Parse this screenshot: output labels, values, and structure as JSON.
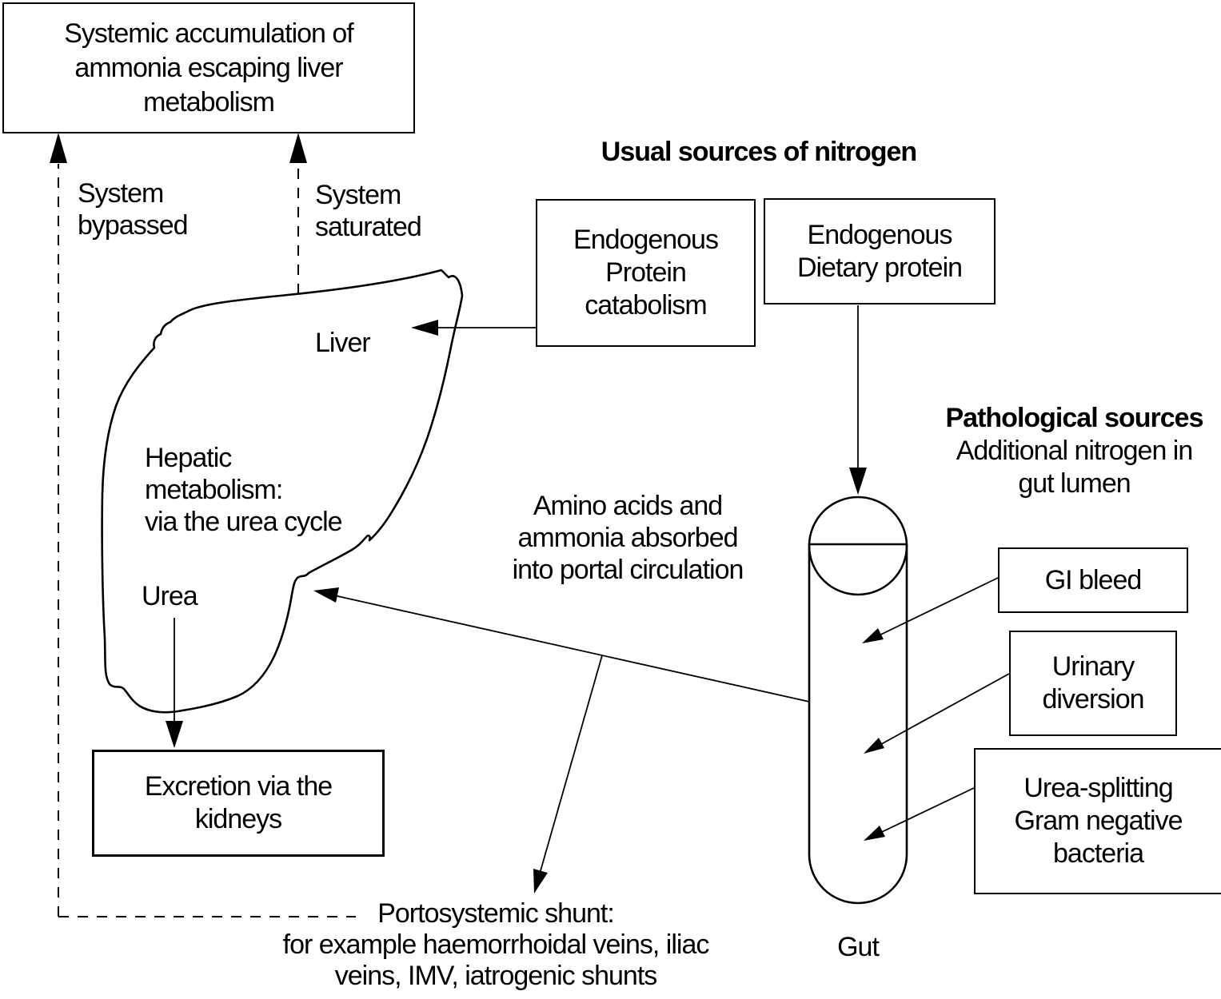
{
  "colors": {
    "ink": "#000000",
    "paper": "#ffffff"
  },
  "boxes": {
    "systemic_accumulation": {
      "lines": [
        "Systemic accumulation of",
        "ammonia escaping liver",
        "metabolism"
      ]
    },
    "endogenous_protein": {
      "lines": [
        "Endogenous",
        "Protein",
        "catabolism"
      ]
    },
    "endogenous_dietary": {
      "lines": [
        "Endogenous",
        "Dietary protein"
      ]
    },
    "excretion_kidneys": {
      "lines": [
        "Excretion via the",
        "kidneys"
      ]
    },
    "gi_bleed": {
      "lines": [
        "GI bleed"
      ]
    },
    "urinary_diversion": {
      "lines": [
        "Urinary",
        "diversion"
      ]
    },
    "urea_splitting": {
      "lines": [
        "Urea-splitting",
        "Gram negative",
        "bacteria"
      ]
    }
  },
  "headings": {
    "usual_sources": "Usual sources of nitrogen",
    "pathological_sources": "Pathological sources",
    "pathological_sub": [
      "Additional nitrogen in",
      "gut lumen"
    ]
  },
  "labels": {
    "system_bypassed": [
      "System",
      "bypassed"
    ],
    "system_saturated": [
      "System",
      "saturated"
    ],
    "liver": "Liver",
    "hepatic_metabolism": [
      "Hepatic",
      "metabolism:",
      "via the urea cycle"
    ],
    "urea": "Urea",
    "amino_acids": [
      "Amino acids and",
      "ammonia absorbed",
      "into portal circulation"
    ],
    "portosystemic_shunt": [
      "Portosystemic shunt:",
      "for example haemorrhoidal veins, iliac",
      "veins, IMV, iatrogenic shunts"
    ],
    "gut": "Gut"
  }
}
